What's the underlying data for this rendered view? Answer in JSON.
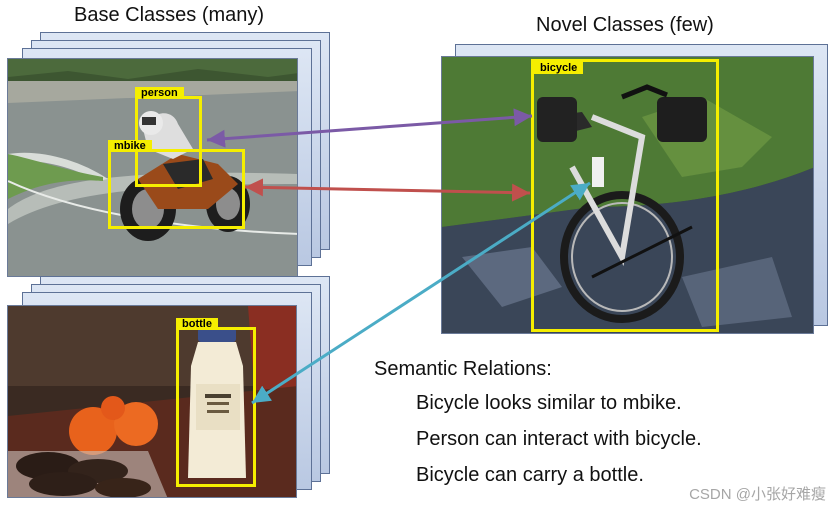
{
  "titles": {
    "base": "Base Classes (many)",
    "novel": "Novel Classes (few)"
  },
  "boxes": {
    "person": "person",
    "mbike": "mbike",
    "bicycle": "bicycle",
    "bottle": "bottle"
  },
  "relations": {
    "heading": "Semantic Relations:",
    "items": [
      "Bicycle looks similar to mbike.",
      "Person can interact with bicycle.",
      "Bicycle can carry a bottle."
    ]
  },
  "watermark": "CSDN @小张好难瘦",
  "colors": {
    "bbox": "#f5ee00",
    "arrow_person_bicycle": "#7b5aa6",
    "arrow_mbike_bicycle": "#c0504d",
    "arrow_bicycle_bottle": "#4bacc6"
  }
}
